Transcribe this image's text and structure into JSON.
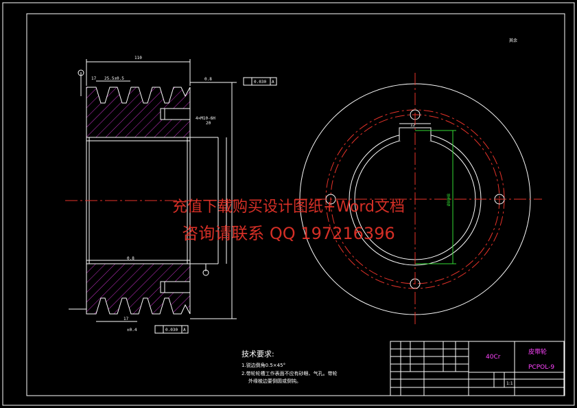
{
  "colors": {
    "background": "#000000",
    "outline": "#ffffff",
    "centerline": "#e8332a",
    "hatch": "#cc33cc",
    "dimension_green": "#33dd33",
    "title_text": "#ff44ff",
    "watermark": "#e8332a"
  },
  "left_view": {
    "dim_total_width": "110",
    "dim_groove_pitch": "17",
    "dim_groove_top": "25.5±0.5",
    "dim_bottom_pitch": "17",
    "dim_bottom_note": "±0.4",
    "dim_thread": "4×M10-6H",
    "dim_thread_depth": "20",
    "dim_angle_top": "0.8",
    "dim_angle_bottom": "0.8",
    "tolerance_top": "0.030",
    "tolerance_bottom": "0.030",
    "datum": "A"
  },
  "right_view": {
    "keyway_label": "12",
    "bore_label": "Ø80H8"
  },
  "roughness_note": "其余",
  "tech_req": {
    "title": "技术要求:",
    "item1": "1.锐边倒角0.5×45°",
    "item2": "2.带轮轮槽工作表面不应有砂眼、气孔。带轮",
    "item2b": "外缘棱边要倒圆或倒钝。"
  },
  "title_block": {
    "part_name": "皮带轮",
    "material": "40Cr",
    "drawing_no": "PCPOL-9",
    "scale": "1:1"
  },
  "watermark": {
    "line1": "充值下载购买设计图纸+Word文档",
    "line2": "咨询请联系 QQ 197216396"
  }
}
